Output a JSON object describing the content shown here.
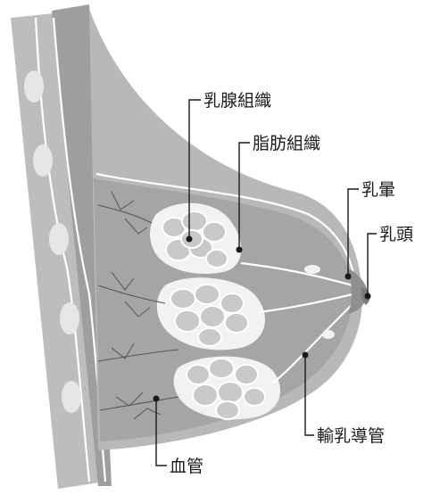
{
  "labels": {
    "glandular_tissue": "乳腺組織",
    "adipose_tissue": "脂肪組織",
    "areola": "乳暈",
    "nipple": "乳頭",
    "lactiferous_duct": "輸乳導管",
    "blood_vessel": "血管"
  },
  "colors": {
    "chest_wall": "#bdbdbd",
    "rib_bone": "#e6e6e6",
    "breast_outer": "#b8b8b8",
    "breast_inner": "#a5a5a5",
    "gland_lobe": "#f2f2f2",
    "lobule": "#c9c9c9",
    "leader_line": "#1a1a1a"
  }
}
